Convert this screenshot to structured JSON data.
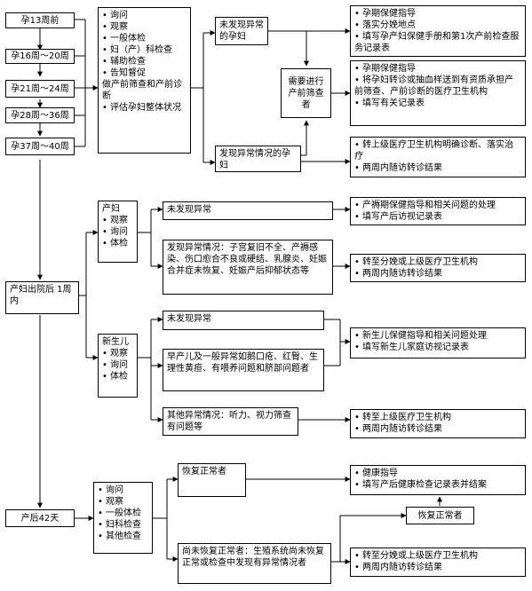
{
  "pregnancy": {
    "stages": [
      "孕13周前",
      "孕16周～20周",
      "孕21周～24周",
      "孕28周～36周",
      "孕37周～40周"
    ],
    "checks": [
      "询问",
      "观察",
      "一般体检",
      "妇（产）科检查",
      "辅助检查",
      "告知督促",
      "做产前筛查和产前诊断",
      "评估孕妇整体状况"
    ],
    "no_abnormal": "未发现异常的孕妇",
    "abnormal": "发现异常情况的孕妇",
    "referral_check": "需要进行产前筛查者",
    "out1": [
      "孕期保健指导",
      "落实分娩地点",
      "填写孕产妇保健手册和第1次产前检查服务记录表"
    ],
    "out2": [
      "孕期保健指导",
      "将孕妇转诊或抽血样送到有资质承担产前筛查、产前诊断的医疗卫生机构",
      "填写有关记录表"
    ],
    "out3": [
      "转上级医疗卫生机构明确诊断、落实治疗",
      "两周内随访转诊结果"
    ]
  },
  "postpartum_visit": {
    "title": "产妇出院后 1周内",
    "mother": {
      "title": "产妇",
      "checks": [
        "观察",
        "询问",
        "体检"
      ],
      "no_abnormal": "未发现异常",
      "abnormal": "发现异常情况：子宫复旧不全、产褥感染、伤口愈合不良或硬结、乳腺炎、妊娠合并症未恢复、妊娠产后抑郁状态等",
      "out_normal": [
        "产褥期保健指导和相关问题的处理",
        "填写产后访视记录表"
      ],
      "out_abnormal": [
        "转至分娩或上级医疗卫生机构",
        "两周内随访转诊结果"
      ]
    },
    "newborn": {
      "title": "新生儿",
      "checks": [
        "观察",
        "询问",
        "体检"
      ],
      "no_abnormal": "未发现异常",
      "minor": "早产儿及一般异常如鹅口疮、红臀、生理性黄疸、有喂养问题和脐部问题者",
      "other": "其他异常情况：听力、视力筛查有问题等",
      "out_normal": [
        "新生儿保健指导和相关问题处理",
        "填写新生儿家庭访视记录表"
      ],
      "out_other": [
        "转至上级医疗卫生机构",
        "两周内随访转诊结果"
      ]
    }
  },
  "day42": {
    "title": "产后42天",
    "checks": [
      "询问",
      "观察",
      "一般体检",
      "妇科检查",
      "其他检查"
    ],
    "recovered": "恢复正常者",
    "not_recovered": "尚未恢复正常者：生殖系统尚未恢复正常或检查中发现有异常情况者",
    "out_recovered": [
      "健康指导",
      "填写产后健康检查记录表并结案"
    ],
    "recovered_again": "恢复正常者",
    "out_not_recovered": [
      "转至分娩或上级医疗卫生机构",
      "两周内随访转诊结果"
    ]
  }
}
